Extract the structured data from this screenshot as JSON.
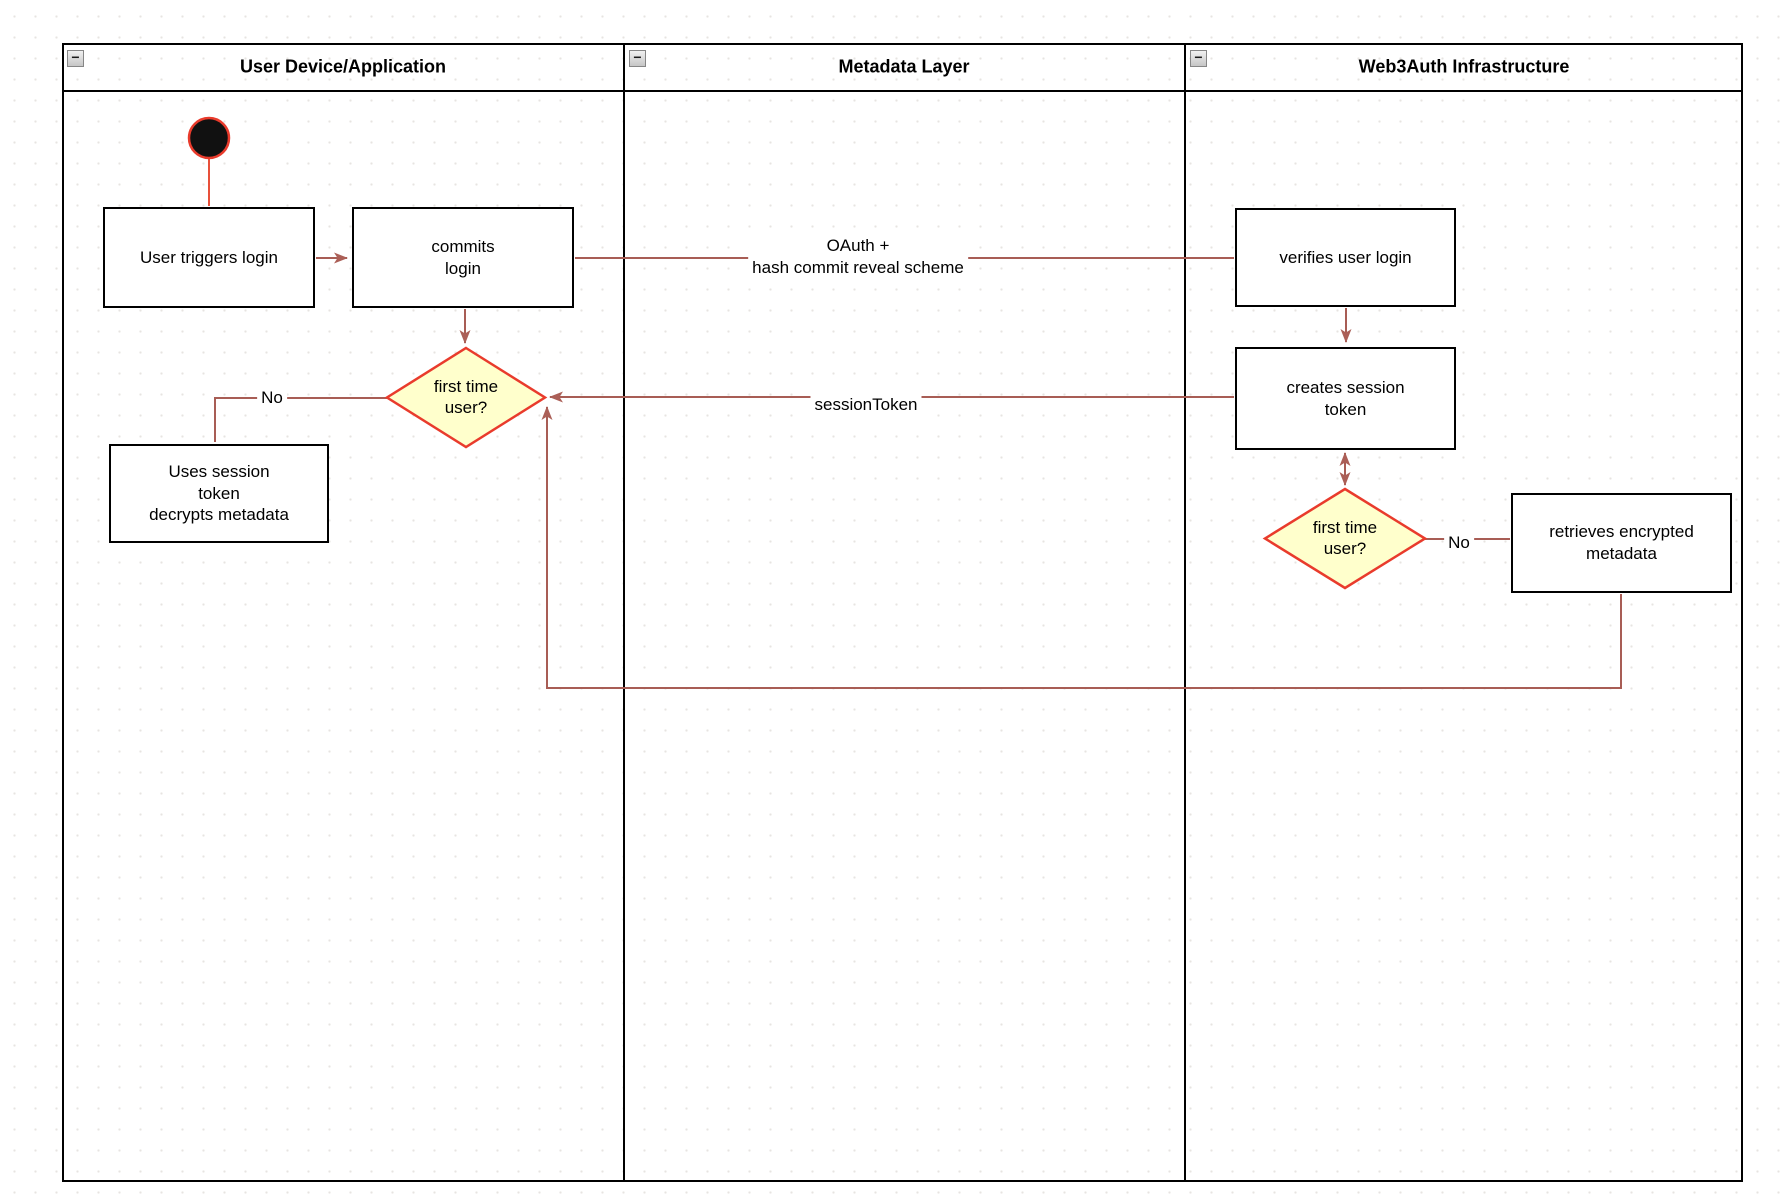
{
  "lanes": [
    {
      "title": "User Device/Application"
    },
    {
      "title": "Metadata Layer"
    },
    {
      "title": "Web3Auth Infrastructure"
    }
  ],
  "icons": {
    "collapse": "−"
  },
  "nodes": {
    "start": "start-node",
    "user_triggers_login": "User triggers login",
    "commits_login": "commits\nlogin",
    "first_time_user_left": "first time\nuser?",
    "uses_session_token": "Uses session\ntoken\ndecrypts metadata",
    "verifies_user_login": "verifies user login",
    "creates_session_token": "creates session\ntoken",
    "first_time_user_right": "first time\nuser?",
    "retrieves_encrypted_metadata": "retrieves encrypted\nmetadata"
  },
  "edge_labels": {
    "oauth": "OAuth +\nhash commit reveal scheme",
    "session_token": "sessionToken",
    "no_left": "No",
    "no_right": "No"
  },
  "colors": {
    "lane_border": "#000000",
    "node_border": "#000000",
    "diamond_fill": "#ffffcc",
    "diamond_border": "#e93b2c",
    "start_node_fill": "#111111",
    "start_node_border": "#e93b2c",
    "edge_line": "#a85d55",
    "arrowhead": "#ab5f57"
  }
}
